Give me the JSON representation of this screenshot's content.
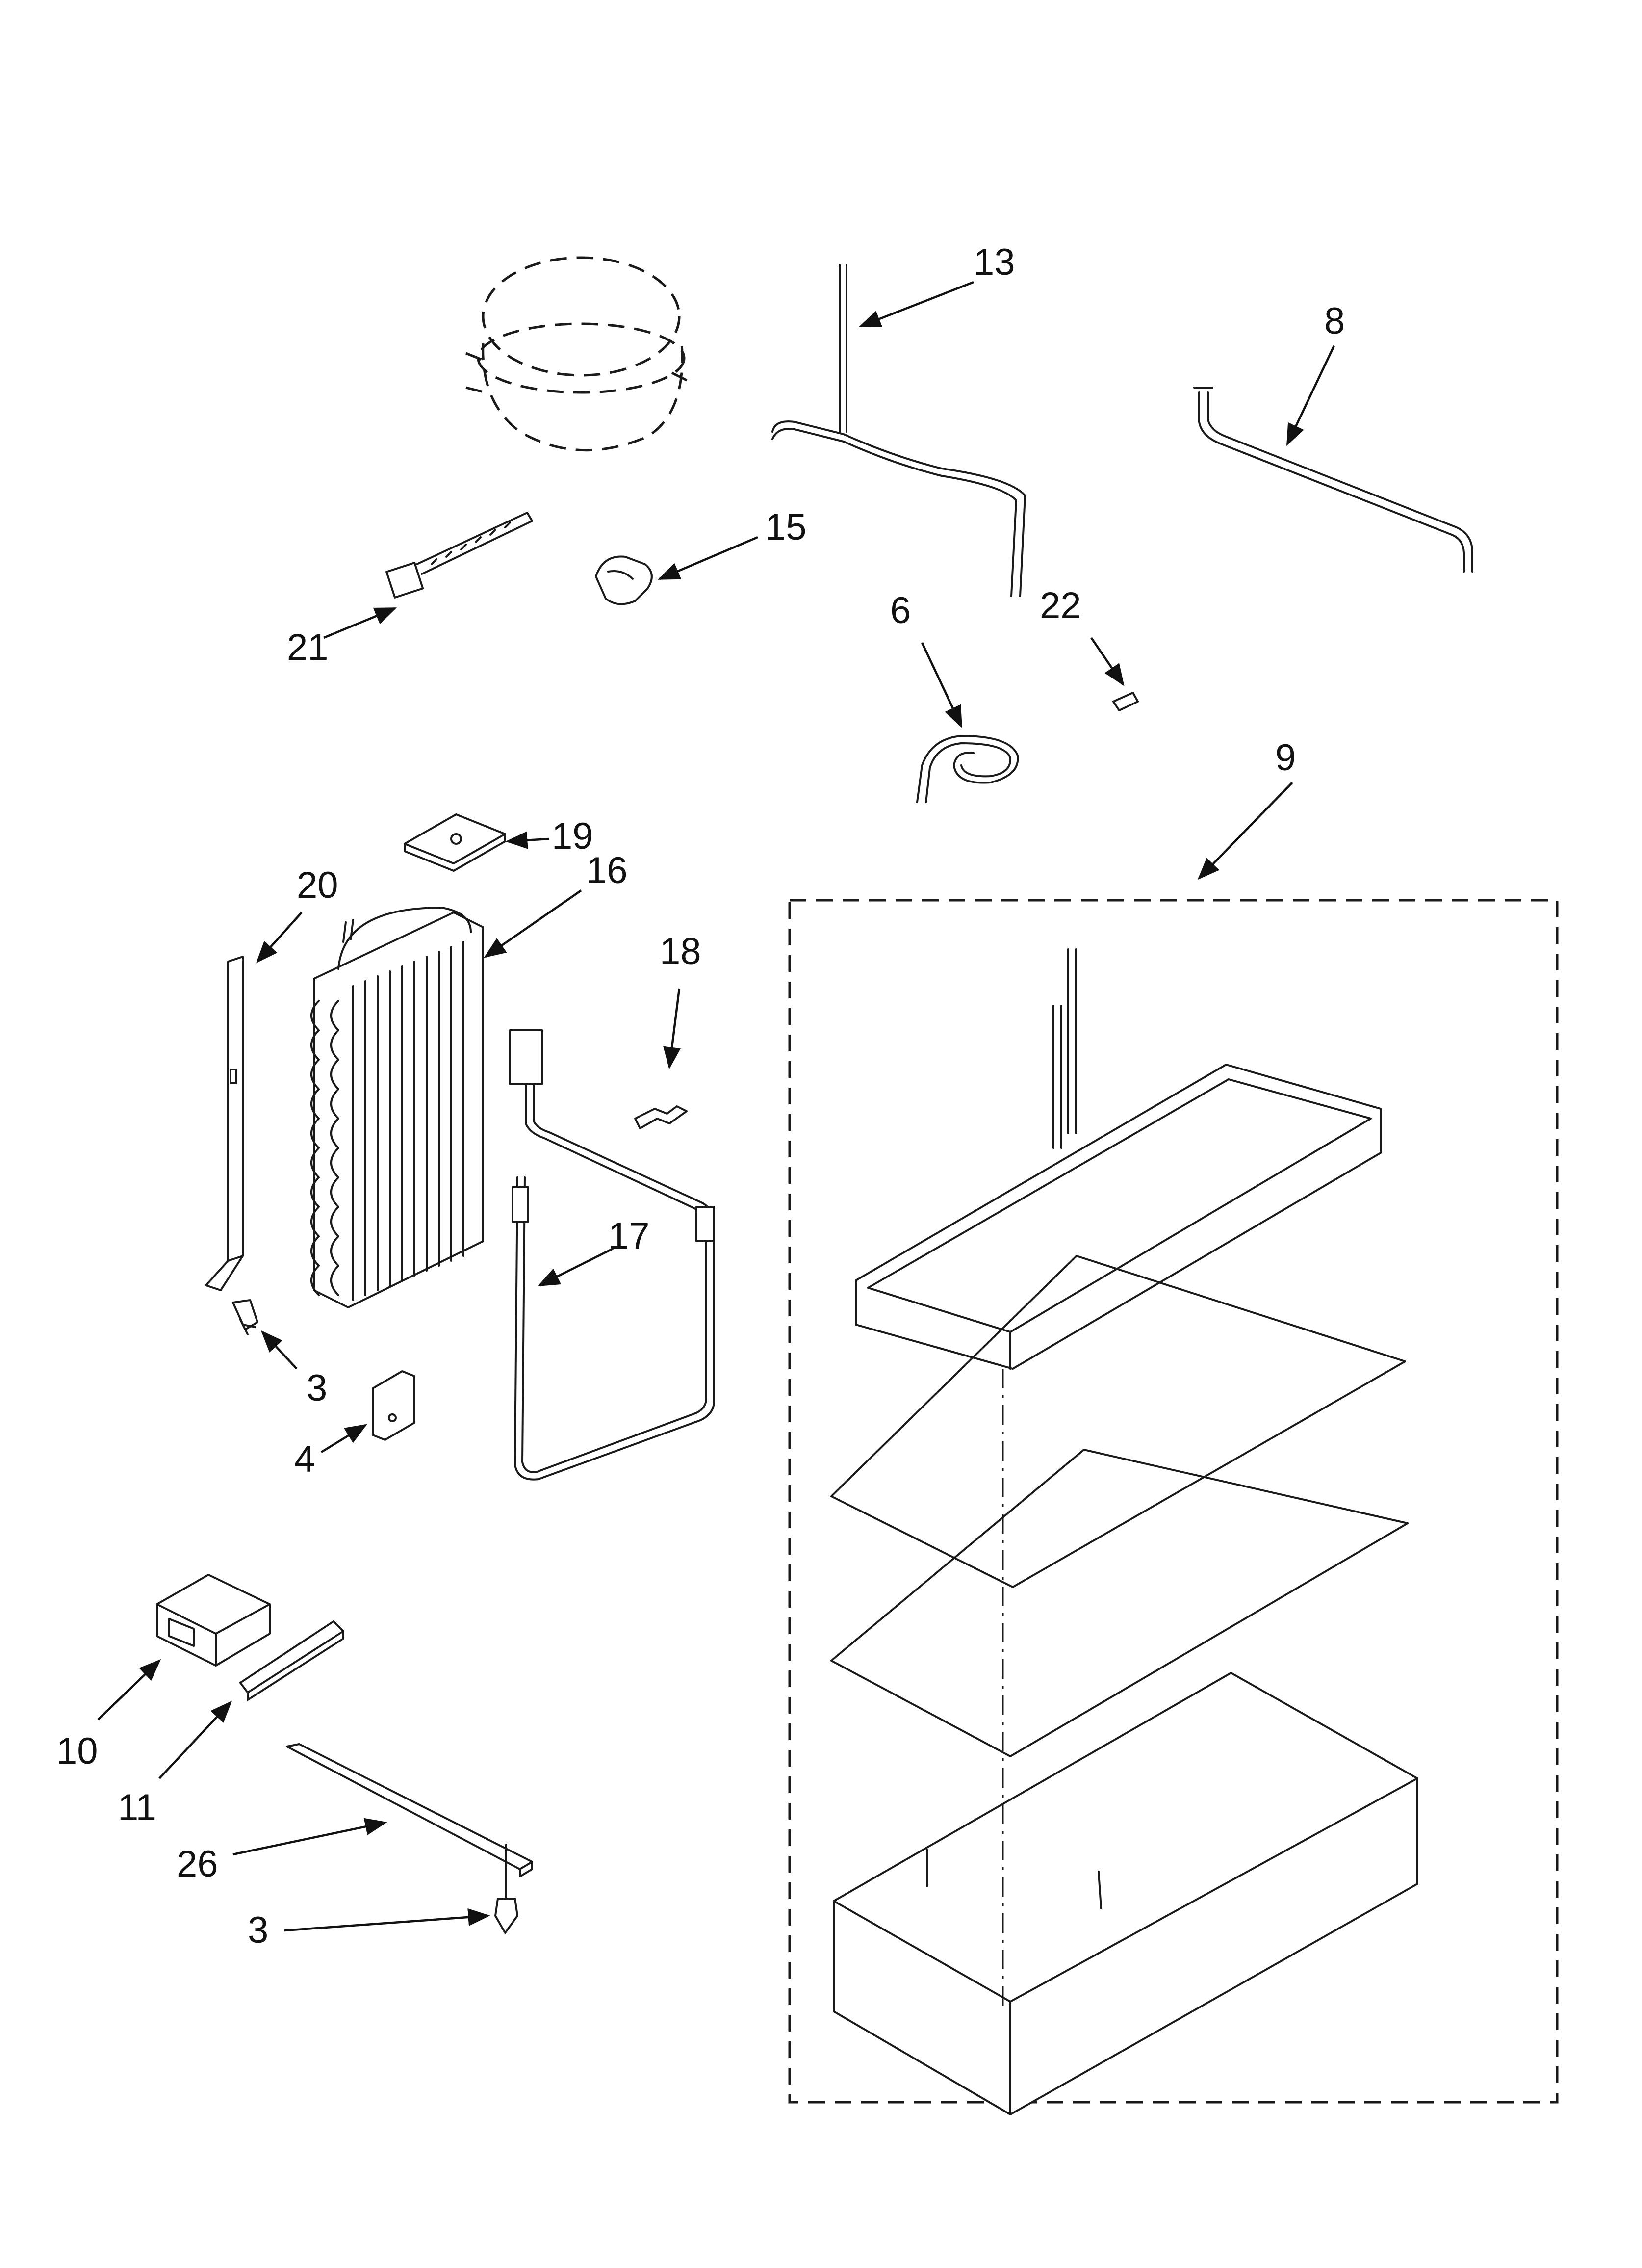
{
  "diagram": {
    "callouts": [
      {
        "id": "c13",
        "label": "13"
      },
      {
        "id": "c8",
        "label": "8"
      },
      {
        "id": "c15",
        "label": "15"
      },
      {
        "id": "c21",
        "label": "21"
      },
      {
        "id": "c6",
        "label": "6"
      },
      {
        "id": "c22",
        "label": "22"
      },
      {
        "id": "c9",
        "label": "9"
      },
      {
        "id": "c19",
        "label": "19"
      },
      {
        "id": "c20",
        "label": "20"
      },
      {
        "id": "c16",
        "label": "16"
      },
      {
        "id": "c18",
        "label": "18"
      },
      {
        "id": "c17",
        "label": "17"
      },
      {
        "id": "c3a",
        "label": "3"
      },
      {
        "id": "c4",
        "label": "4"
      },
      {
        "id": "c10",
        "label": "10"
      },
      {
        "id": "c11",
        "label": "11"
      },
      {
        "id": "c26",
        "label": "26"
      },
      {
        "id": "c3b",
        "label": "3"
      }
    ]
  }
}
